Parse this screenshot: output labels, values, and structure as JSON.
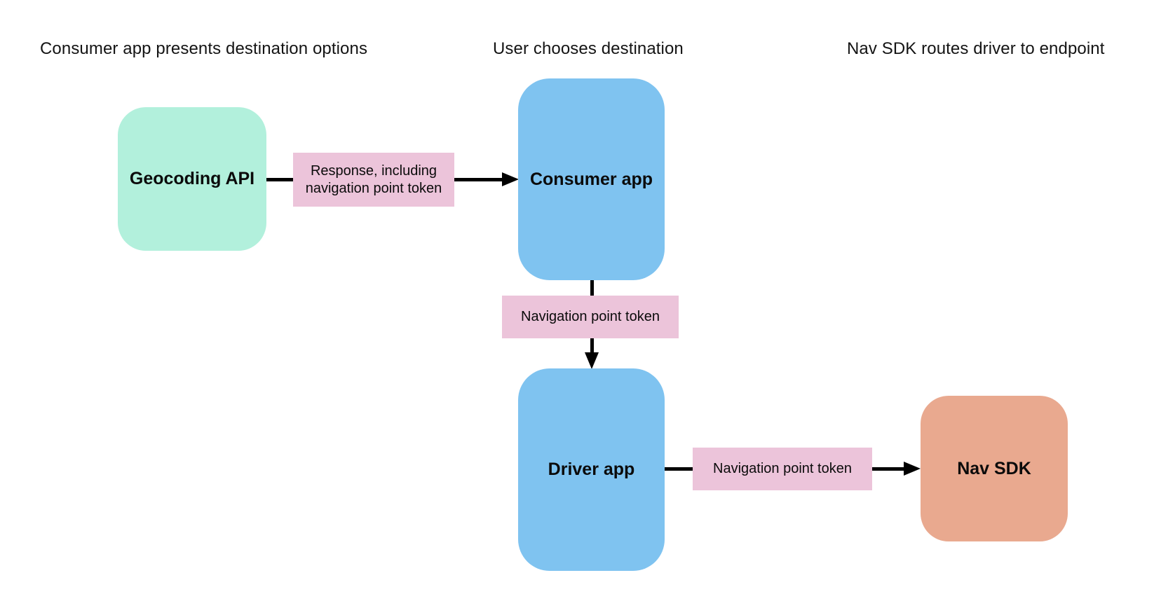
{
  "diagram": {
    "headers": {
      "left": "Consumer app presents destination options",
      "center": "User chooses destination",
      "right": "Nav SDK routes driver to endpoint"
    },
    "nodes": {
      "geocoding_api": {
        "label": "Geocoding API",
        "color": "#b2f0dc"
      },
      "consumer_app": {
        "label": "Consumer app",
        "color": "#7fc3f0"
      },
      "driver_app": {
        "label": "Driver app",
        "color": "#7fc3f0"
      },
      "nav_sdk": {
        "label": "Nav SDK",
        "color": "#e9a98f"
      }
    },
    "edges": {
      "geocoding_to_consumer": {
        "label": "Response, including navigation point token",
        "direction": "right"
      },
      "consumer_to_driver": {
        "label": "Navigation point token",
        "direction": "down"
      },
      "driver_to_navsdk": {
        "label": "Navigation point token",
        "direction": "right"
      }
    },
    "colors": {
      "edge_label_bg": "#ecc4da",
      "arrow": "#000000",
      "background": "#ffffff"
    }
  }
}
